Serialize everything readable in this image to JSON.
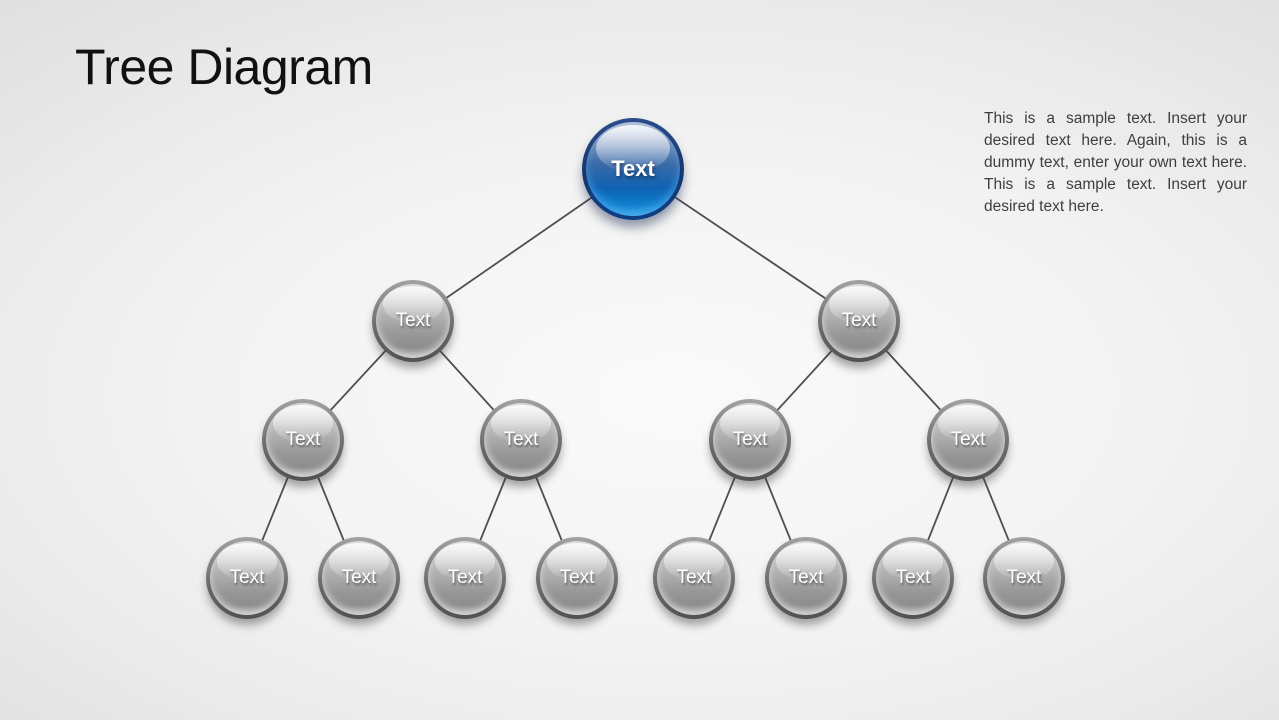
{
  "slide": {
    "title": "Tree Diagram",
    "description": "This is a sample text. Insert your desired text here. Again, this is a dummy text, enter your own text here. This is a sample text. Insert your desired text here."
  },
  "colors": {
    "accent_blue": "#1464b4",
    "node_gray": "#949494",
    "connector": "#4f4f4f",
    "title_text": "#111111",
    "body_text": "#3e3e3e",
    "node_label": "#ffffff",
    "background": "#efefef"
  },
  "tree": {
    "root": {
      "label": "Text"
    },
    "level2": [
      {
        "label": "Text"
      },
      {
        "label": "Text"
      }
    ],
    "level3": [
      {
        "label": "Text"
      },
      {
        "label": "Text"
      },
      {
        "label": "Text"
      },
      {
        "label": "Text"
      }
    ],
    "level4": [
      {
        "label": "Text"
      },
      {
        "label": "Text"
      },
      {
        "label": "Text"
      },
      {
        "label": "Text"
      },
      {
        "label": "Text"
      },
      {
        "label": "Text"
      },
      {
        "label": "Text"
      },
      {
        "label": "Text"
      }
    ]
  }
}
